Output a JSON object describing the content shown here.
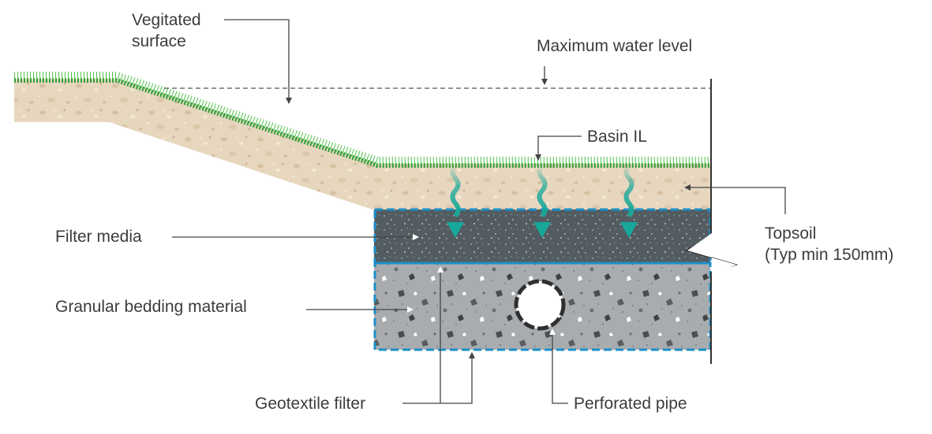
{
  "labels": {
    "vegetated_surface": [
      "Vegitated",
      "surface"
    ],
    "maximum_water_level": "Maximum water level",
    "basin_il": "Basin IL",
    "topsoil": [
      "Topsoil",
      "(Typ min 150mm)"
    ],
    "filter_media": "Filter media",
    "granular_bedding": "Granular bedding material",
    "geotextile_filter": "Geotextile filter",
    "perforated_pipe": "Perforated pipe"
  },
  "colors": {
    "topsoil": "#e8d7bf",
    "grass": "#2f9e3a",
    "filter_media": "#4f5a5f",
    "granular_bedding": "#a7abae",
    "geotextile_outline": "#1b8fc9",
    "water_arrow": "#17a89a",
    "leader_line": "#444444",
    "text": "#3c3c3c"
  }
}
